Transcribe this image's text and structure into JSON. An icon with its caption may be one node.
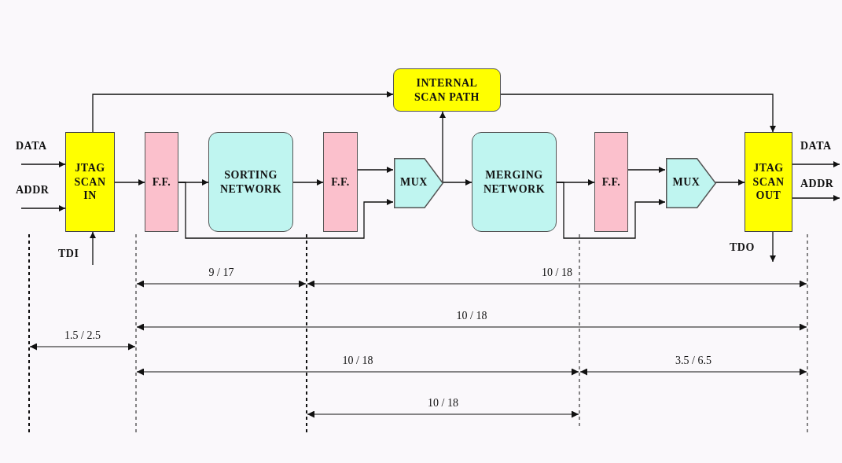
{
  "diagram": {
    "nodes": [
      {
        "text": [
          "JTAG SCAN IN"
        ]
      },
      {
        "text": [
          "F.F."
        ]
      },
      {
        "text": [
          "SORTING NETWORK"
        ]
      },
      {
        "text": [
          "F.F."
        ]
      },
      {
        "text": [
          "MUX"
        ]
      },
      {
        "text": [
          "INTERNAL SCAN PATH"
        ]
      },
      {
        "text": [
          "MERGING NETWORK"
        ]
      },
      {
        "text": [
          "F.F."
        ]
      },
      {
        "text": [
          "MUX"
        ]
      },
      {
        "text": [
          "JTAG SCAN OUT"
        ]
      }
    ],
    "edges": [
      {
        "from": null,
        "to": 0,
        "arrow": "to",
        "label": "DATA"
      },
      {
        "from": null,
        "to": 0,
        "arrow": "to",
        "label": "ADDR"
      },
      {
        "from": null,
        "to": 0,
        "arrow": "to",
        "label": "TDI"
      },
      {
        "from": 0,
        "to": 5,
        "arrow": "to"
      },
      {
        "from": 0,
        "to": 1,
        "arrow": "to"
      },
      {
        "from": 1,
        "to": 2,
        "arrow": "to"
      },
      {
        "from": 1,
        "to": 4,
        "arrow": "to"
      },
      {
        "from": 2,
        "to": 3,
        "arrow": "to"
      },
      {
        "from": 3,
        "to": 4,
        "arrow": "to"
      },
      {
        "from": 4,
        "to": 5,
        "arrow": "to"
      },
      {
        "from": 4,
        "to": 6,
        "arrow": "to"
      },
      {
        "from": 6,
        "to": 7,
        "arrow": "to"
      },
      {
        "from": 6,
        "to": 8,
        "arrow": "to"
      },
      {
        "from": 7,
        "to": 8,
        "arrow": "to"
      },
      {
        "from": 5,
        "to": 9,
        "arrow": "to"
      },
      {
        "from": 8,
        "to": 9,
        "arrow": "to"
      },
      {
        "from": 9,
        "to": null,
        "arrow": "to",
        "label": "DATA"
      },
      {
        "from": 9,
        "to": null,
        "arrow": "to",
        "label": "ADDR"
      },
      {
        "from": 9,
        "to": null,
        "arrow": "to",
        "label": "TDO"
      }
    ],
    "labels": [
      "9 / 17",
      "10 / 18",
      "10 / 18",
      "1.5 / 2.5",
      "10 / 18",
      "3.5 / 6.5",
      "10 / 18"
    ]
  }
}
